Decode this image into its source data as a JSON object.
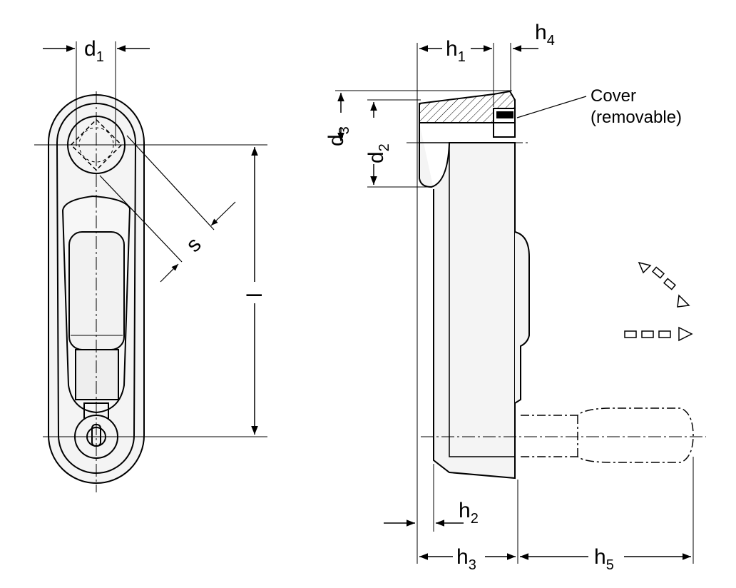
{
  "front_view": {
    "dim_d1": {
      "main": "d",
      "sub": "1"
    },
    "dim_s": "s",
    "dim_l": "l"
  },
  "side_view": {
    "dim_h1": {
      "main": "h",
      "sub": "1"
    },
    "dim_h2": {
      "main": "h",
      "sub": "2"
    },
    "dim_h3": {
      "main": "h",
      "sub": "3"
    },
    "dim_h4": {
      "main": "h",
      "sub": "4"
    },
    "dim_h5": {
      "main": "h",
      "sub": "5"
    },
    "dim_d2": {
      "main": "d",
      "sub": "2"
    },
    "dim_d3": {
      "main": "d",
      "sub": "3"
    },
    "cover_note_line1": "Cover",
    "cover_note_line2": "(removable)"
  }
}
